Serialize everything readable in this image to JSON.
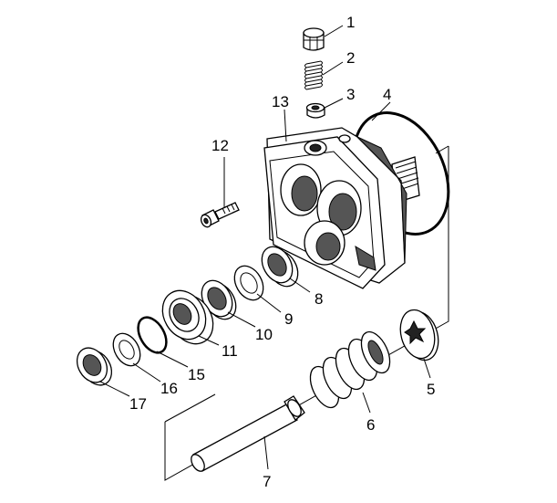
{
  "diagram": {
    "part_labels": [
      "1",
      "2",
      "3",
      "4",
      "5",
      "6",
      "7",
      "8",
      "9",
      "10",
      "11",
      "12",
      "13",
      "15",
      "16",
      "17"
    ]
  }
}
